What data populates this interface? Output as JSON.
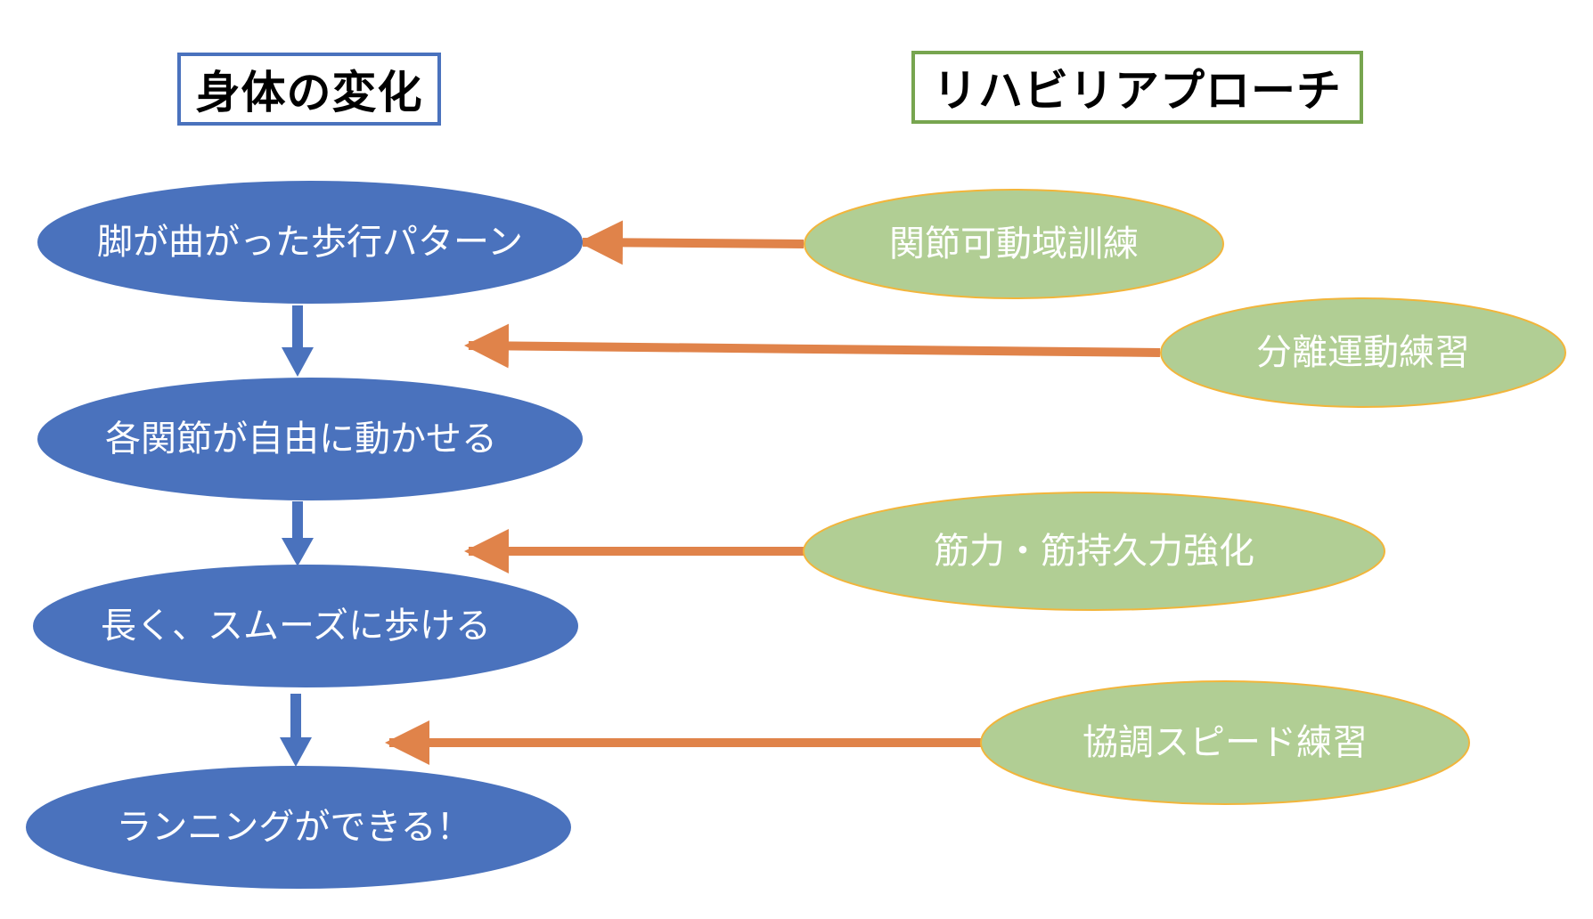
{
  "headers": {
    "left": "身体の変化",
    "right": "リハビリアプローチ"
  },
  "body_changes": [
    "脚が曲がった歩行パターン",
    "各関節が自由に動かせる",
    "長く、スムーズに歩ける",
    "ランニングができる！"
  ],
  "rehab_approaches": [
    "関節可動域訓練",
    "分離運動練習",
    "筋力・筋持久力強化",
    "協調スピード練習"
  ],
  "colors": {
    "blue_node": "#4A72BD",
    "blue_border": "#4A72BD",
    "green_node": "#B1CE94",
    "green_node_border": "#F2B53B",
    "green_header_border": "#77A54F",
    "orange_arrow": "#E0834A",
    "text_on_node": "#ffffff"
  }
}
